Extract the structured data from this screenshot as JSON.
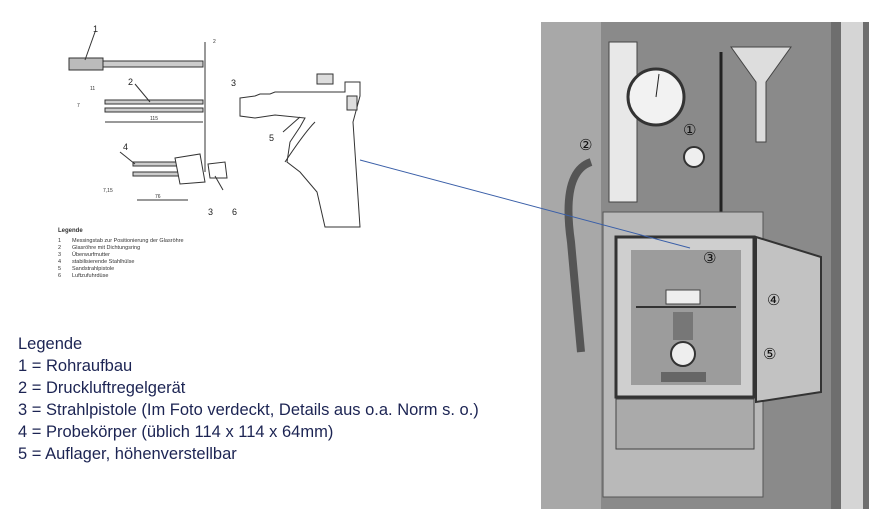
{
  "drawing": {
    "callouts": [
      "1",
      "2",
      "3",
      "4",
      "5",
      "6",
      "3"
    ],
    "dimensions": [
      "2",
      "11",
      "7",
      "115",
      "7,15",
      "76"
    ],
    "legend_title": "Legende",
    "legend_items": [
      {
        "n": "1",
        "text": "Messingstab zur Positionierung der Glasröhre"
      },
      {
        "n": "2",
        "text": "Glasröhre mit Dichtungsring"
      },
      {
        "n": "3",
        "text": "Überwurfmutter"
      },
      {
        "n": "4",
        "text": "stabilisierende Stahlhülse"
      },
      {
        "n": "5",
        "text": "Sandstrahlpistole"
      },
      {
        "n": "6",
        "text": "Luftzufuhrdüse"
      }
    ]
  },
  "legend": {
    "title": "Legende",
    "items": [
      "1 = Rohraufbau",
      "2 = Druckluftregelgerät",
      "3 = Strahlpistole (Im Foto verdeckt, Details aus o.a. Norm s. o.)",
      "4 = Probekörper (üblich 114 x 114 x 64mm)",
      "5 = Auflager, höhenverstellbar"
    ]
  },
  "photo": {
    "markers": [
      "②",
      "①",
      "③",
      "④",
      "⑤"
    ]
  },
  "colors": {
    "legend_text": "#1c2453",
    "connector": "#3a5fa8"
  }
}
